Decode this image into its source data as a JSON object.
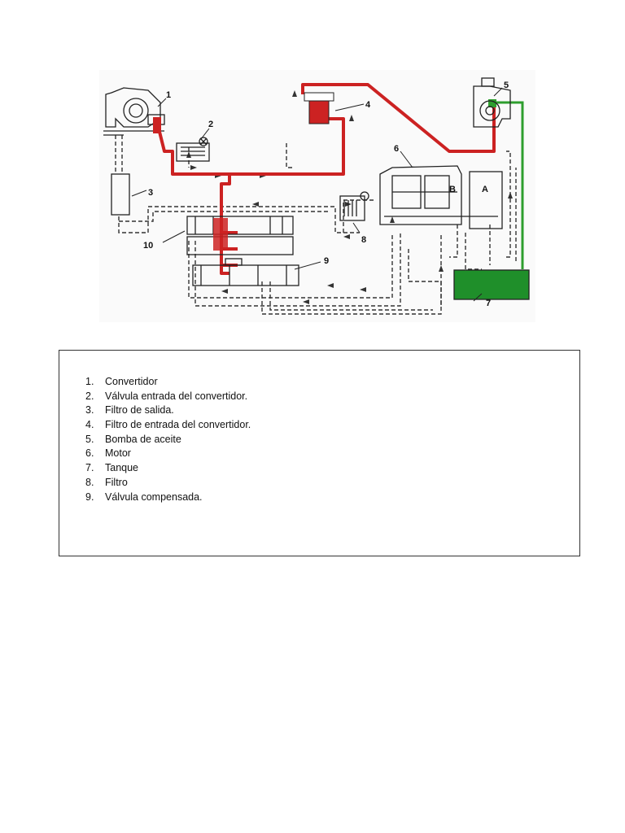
{
  "diagram": {
    "callouts": [
      "1",
      "2",
      "3",
      "4",
      "5",
      "6",
      "7",
      "8",
      "9",
      "10"
    ],
    "inner_labels": [
      "A",
      "B"
    ],
    "colors": {
      "pressure_line": "#cc2222",
      "suction_line": "#2e9e2e",
      "tank_fill": "#1f8f2a",
      "return_line": "#333333"
    }
  },
  "legend": {
    "items": [
      {
        "num": "1.",
        "label": "Convertidor"
      },
      {
        "num": "2.",
        "label": "Válvula entrada del convertidor."
      },
      {
        "num": "3.",
        "label": "Filtro de salida."
      },
      {
        "num": "4.",
        "label": "Filtro de entrada del convertidor."
      },
      {
        "num": "5.",
        "label": "Bomba de aceite"
      },
      {
        "num": "6.",
        "label": "Motor"
      },
      {
        "num": "7.",
        "label": "Tanque"
      },
      {
        "num": "8.",
        "label": "Filtro"
      },
      {
        "num": "9.",
        "label": "Válvula compensada."
      }
    ]
  }
}
